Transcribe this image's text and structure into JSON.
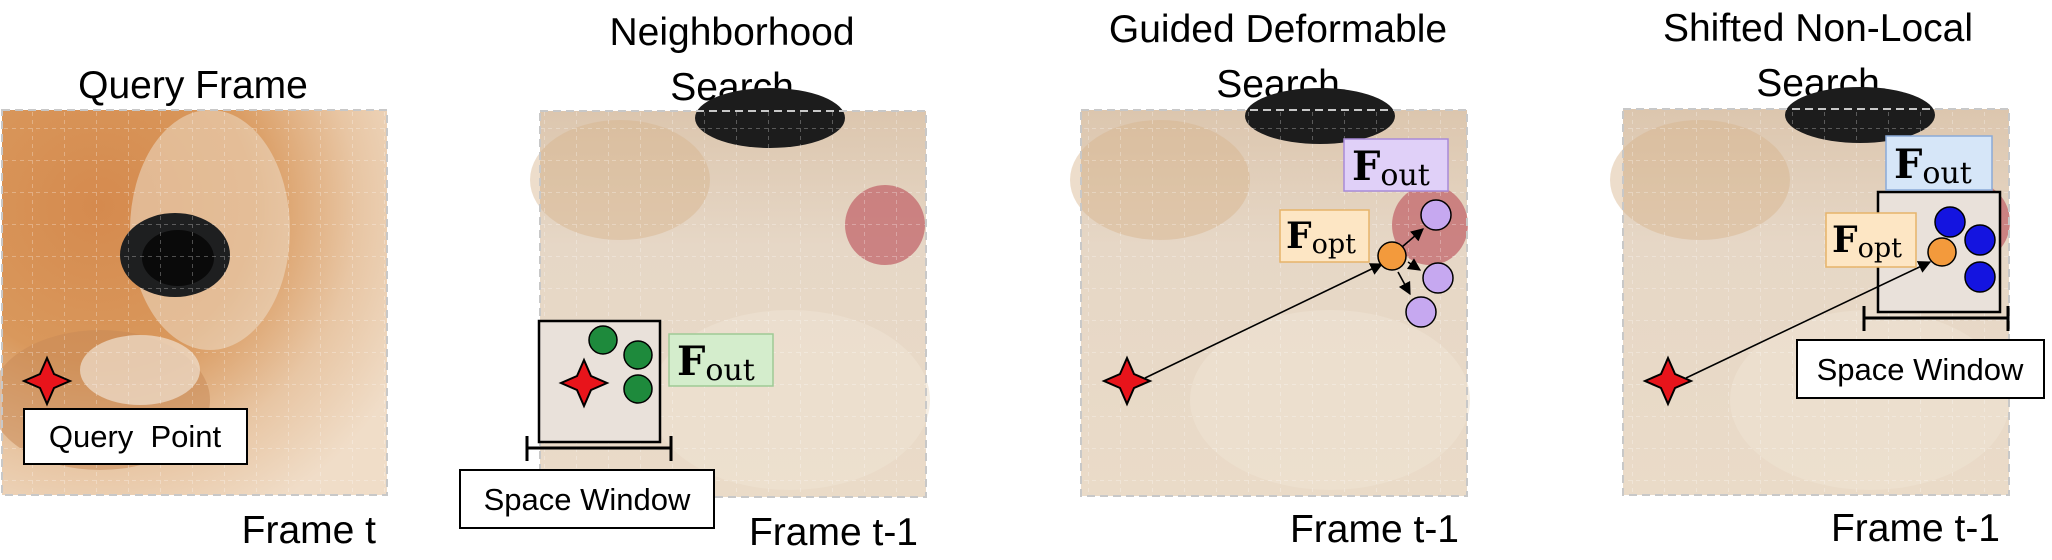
{
  "panels": [
    {
      "title_lines": [
        "Query Frame"
      ],
      "frame_label": "Frame t",
      "box_label": "Query  Point"
    },
    {
      "title_lines": [
        "Neighborhood",
        "Search"
      ],
      "frame_label": "Frame t-1",
      "box_label": "Space Window",
      "fout_main": "F",
      "fout_sub": "out"
    },
    {
      "title_lines": [
        "Guided Deformable",
        "Search"
      ],
      "frame_label": "Frame t-1",
      "fout_main": "F",
      "fout_sub": "out",
      "fopt_main": "F",
      "fopt_sub": "opt"
    },
    {
      "title_lines": [
        "Shifted Non-Local",
        "Search"
      ],
      "frame_label": "Frame t-1",
      "box_label": "Space Window",
      "fout_main": "F",
      "fout_sub": "out",
      "fopt_main": "F",
      "fopt_sub": "opt"
    }
  ],
  "colors": {
    "query_star": "#e8141b",
    "green_dot": "#1e8a3c",
    "purple_dot": "#c6a8f0",
    "orange_dot": "#f39a3c",
    "blue_dot": "#1414e0",
    "fout_green_bg": "#d4edcc",
    "fout_purple_bg": "#e0d0f8",
    "fout_blue_bg": "#d6e6f8",
    "fopt_bg": "#fde6c4"
  }
}
